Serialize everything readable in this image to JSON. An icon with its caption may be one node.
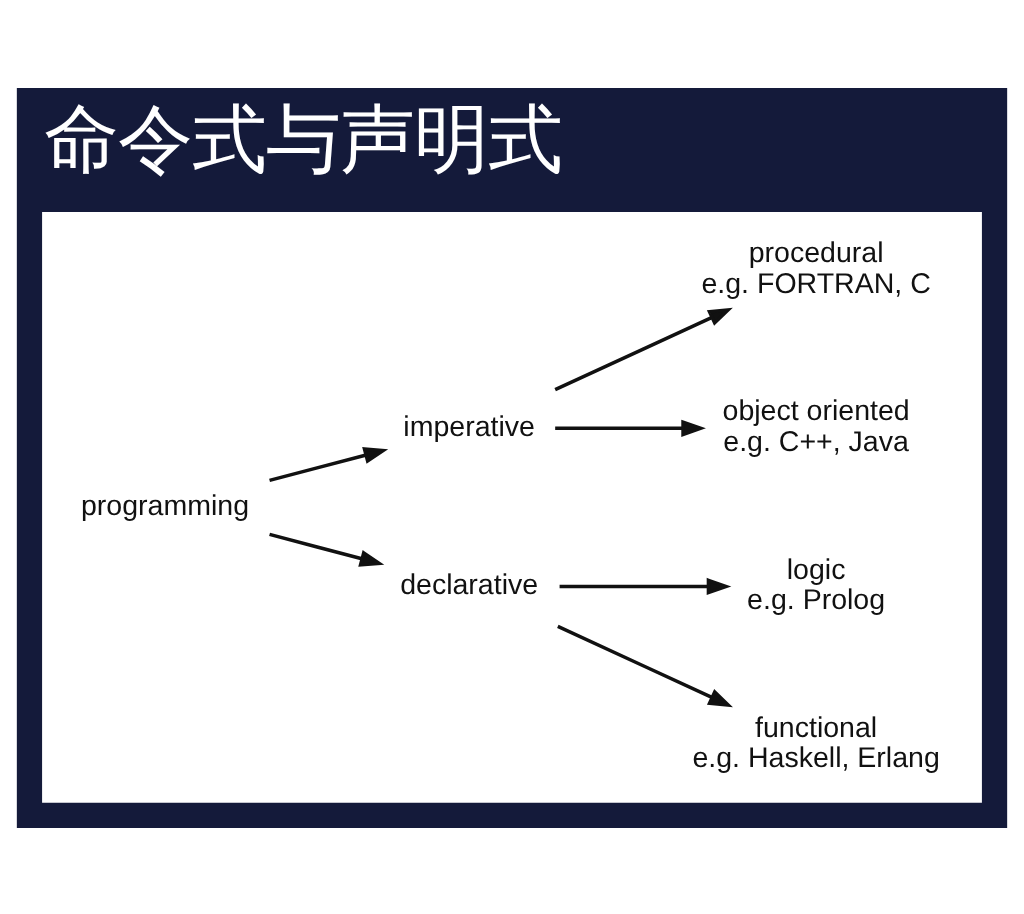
{
  "diagram": {
    "title": "命令式与声明式",
    "nodes": [
      {
        "text": [],
        "shape": "box"
      },
      {
        "text": [
          "programming"
        ],
        "in": 0
      },
      {
        "text": [
          "imperative"
        ],
        "in": 0
      },
      {
        "text": [
          "declarative"
        ],
        "in": 0
      },
      {
        "text": [
          "procedural",
          "e.g. FORTRAN, C"
        ],
        "in": 0
      },
      {
        "text": [
          "object oriented",
          "e.g. C++, Java"
        ],
        "in": 0
      },
      {
        "text": [
          "logic",
          "e.g. Prolog"
        ],
        "in": 0
      },
      {
        "text": [
          "functional",
          "e.g. Haskell, Erlang"
        ],
        "in": 0
      }
    ],
    "edges": [
      {
        "from": 1,
        "to": 2,
        "arrow": "to"
      },
      {
        "from": 1,
        "to": 3,
        "arrow": "to"
      },
      {
        "from": 2,
        "to": 4,
        "arrow": "to"
      },
      {
        "from": 2,
        "to": 5,
        "arrow": "to"
      },
      {
        "from": 3,
        "to": 6,
        "arrow": "to"
      },
      {
        "from": 3,
        "to": 7,
        "arrow": "to"
      }
    ]
  }
}
